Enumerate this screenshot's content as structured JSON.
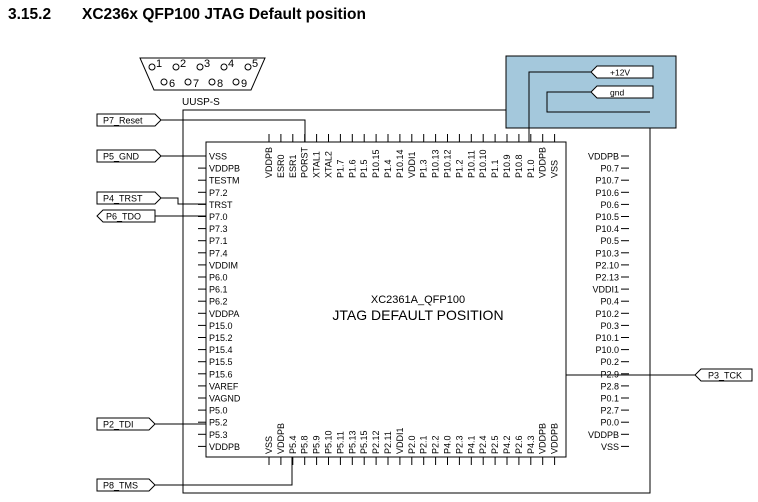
{
  "heading": {
    "number": "3.15.2",
    "title": "XC236x QFP100 JTAG Default position"
  },
  "connector": {
    "label": "UUSP-S",
    "pins_top": [
      "1",
      "2",
      "3",
      "4",
      "5"
    ],
    "pins_bottom": [
      "6",
      "7",
      "8",
      "9"
    ]
  },
  "power_box": {
    "vplus": "+12V",
    "gnd": "gnd",
    "color": "#a4c8dc"
  },
  "chip": {
    "name": "XC2361A_QFP100",
    "caption": "JTAG DEFAULT POSITION"
  },
  "pins": {
    "left": [
      "VSS",
      "VDDPB",
      "TESTM",
      "P7.2",
      "TRST",
      "P7.0",
      "P7.3",
      "P7.1",
      "P7.4",
      "VDDIM",
      "P6.0",
      "P6.1",
      "P6.2",
      "VDDPA",
      "P15.0",
      "P15.2",
      "P15.4",
      "P15.5",
      "P15.6",
      "VAREF",
      "VAGND",
      "P5.0",
      "P5.2",
      "P5.3",
      "VDDPB"
    ],
    "right": [
      "VDDPB",
      "P0.7",
      "P10.7",
      "P10.6",
      "P0.6",
      "P10.5",
      "P10.4",
      "P0.5",
      "P10.3",
      "P2.10",
      "P2.13",
      "VDDI1",
      "P0.4",
      "P10.2",
      "P0.3",
      "P10.1",
      "P10.0",
      "P0.2",
      "P2.9",
      "P2.8",
      "P0.1",
      "P2.7",
      "P0.0",
      "VDDPB",
      "VSS"
    ],
    "top": [
      "VDDPB",
      "ESR0",
      "ESR1",
      "PORST",
      "XTAL1",
      "XTAL2",
      "P1.7",
      "P1.6",
      "P1.5",
      "P10.15",
      "P1.4",
      "P10.14",
      "VDDI1",
      "P1.3",
      "P10.13",
      "P10.12",
      "P1.2",
      "P10.11",
      "P10.10",
      "P1.1",
      "P10.9",
      "P10.8",
      "P1.0",
      "VDDPB",
      "VSS"
    ],
    "bottom": [
      "VSS",
      "VDDPB",
      "P5.4",
      "P5.8",
      "P5.9",
      "P5.10",
      "P5.11",
      "P5.13",
      "P5.15",
      "P2.12",
      "P2.11",
      "VDDI1",
      "P2.0",
      "P2.1",
      "P2.2",
      "P4.0",
      "P2.3",
      "P4.1",
      "P2.4",
      "P2.5",
      "P4.2",
      "P2.6",
      "P4.3",
      "VDDPB",
      "VDDPB"
    ]
  },
  "signals": {
    "p7_reset": "P7_Reset",
    "p5_gnd": "P5_GND",
    "p4_trst": "P4_TRST",
    "p6_tdo": "P6_TDO",
    "p2_tdi": "P2_TDI",
    "p8_tms": "P8_TMS",
    "p3_tck": "P3_TCK"
  }
}
